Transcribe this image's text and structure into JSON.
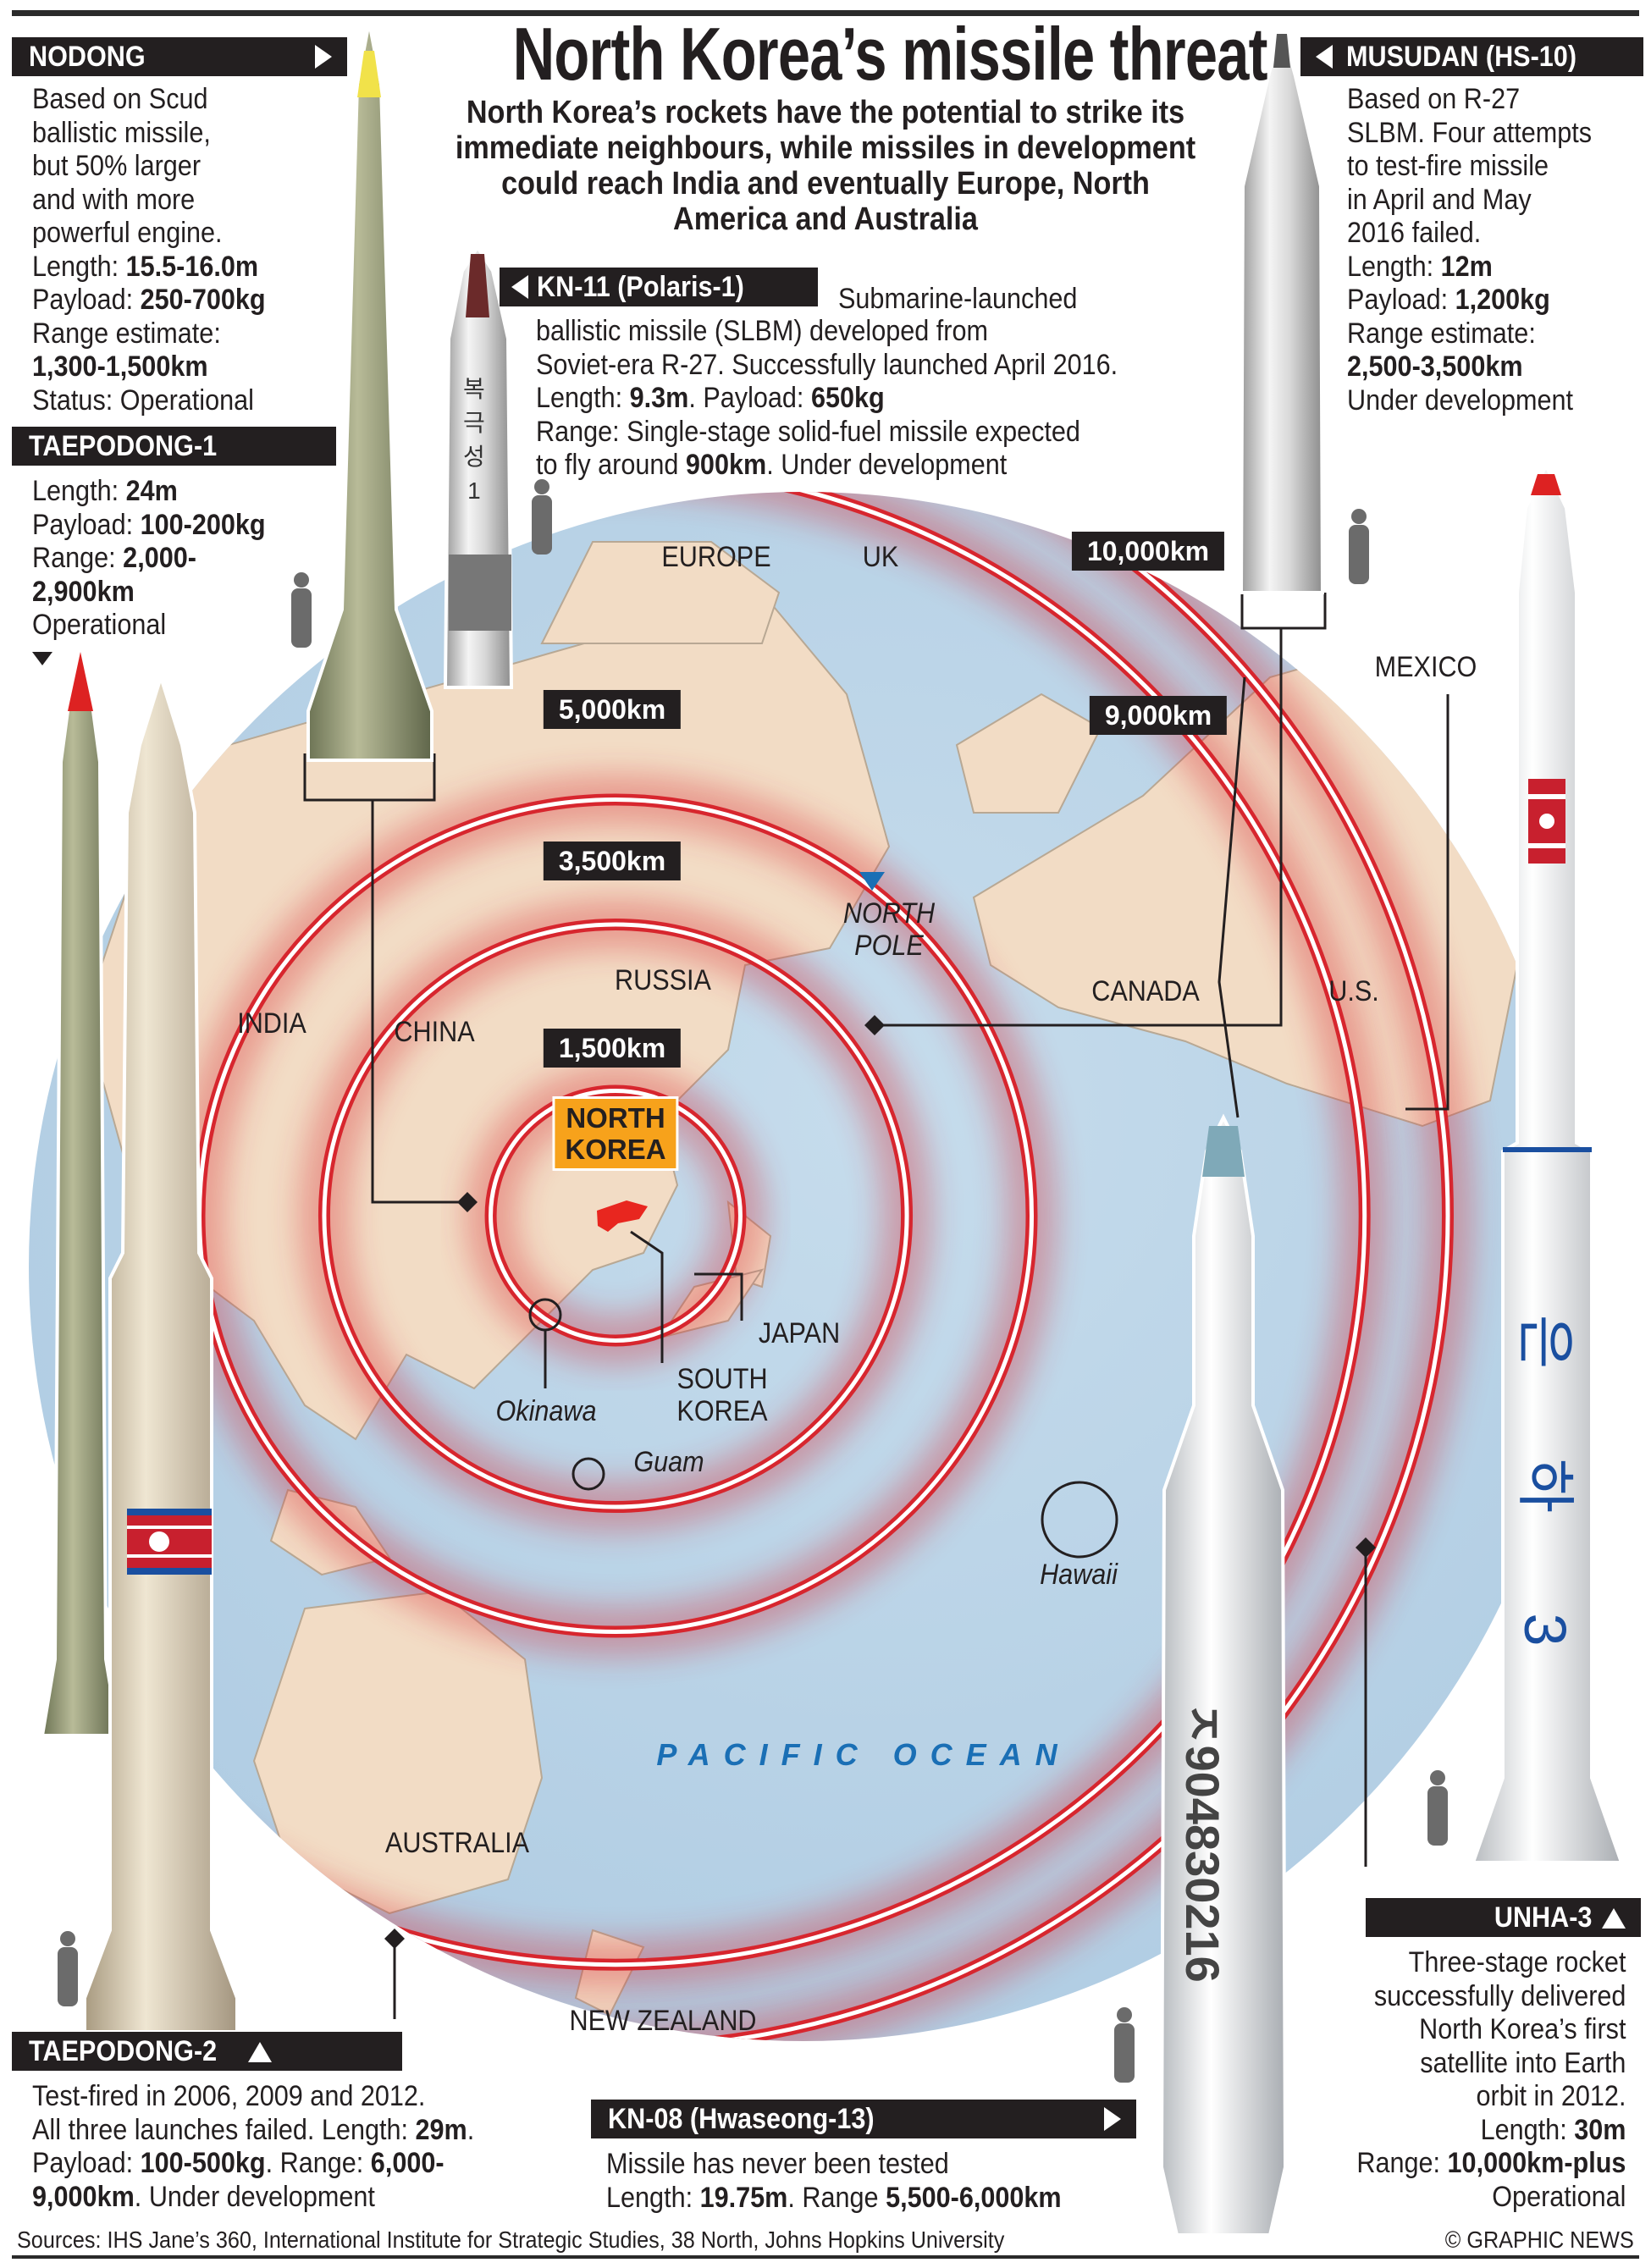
{
  "title": "North Korea’s missile threat",
  "subtitle": "North Korea’s rockets have the potential to strike its immediate neighbours, while missiles in development could reach India and eventually Europe, North America and Australia",
  "missiles": {
    "nodong": {
      "name": "NODONG",
      "lines": [
        "Based on Scud",
        "ballistic missile,",
        "but 50% larger",
        "and with more",
        "powerful engine."
      ],
      "length_label": "Length: ",
      "length": "15.5-16.0m",
      "payload_label": "Payload: ",
      "payload": "250-700kg",
      "range_label": "Range estimate:",
      "range": "1,300-1,500km",
      "status": "Status: Operational"
    },
    "taepodong1": {
      "name": "TAEPODONG-1",
      "length_label": "Length: ",
      "length": "24m",
      "payload_label": "Payload: ",
      "payload": "100-200kg",
      "range_label": "Range: ",
      "range_a": "2,000-",
      "range_b": "2,900km",
      "status": "Operational"
    },
    "kn11": {
      "name": "KN-11 (Polaris-1)",
      "line1": "Submarine-launched",
      "line2": "ballistic missile (SLBM) developed from",
      "line3": "Soviet-era R-27. Successfully launched April 2016.",
      "length_label": "Length: ",
      "length": "9.3m",
      "payload_label": ". Payload: ",
      "payload": "650kg",
      "line5": "Range: Single-stage solid-fuel missile expected",
      "line6a": "to fly around ",
      "range": "900km",
      "line6b": ". Under development",
      "hangul": [
        "복",
        "극",
        "성",
        "1"
      ]
    },
    "musudan": {
      "name": "MUSUDAN (HS-10)",
      "lines": [
        "Based on R-27",
        "SLBM. Four attempts",
        "to test-fire missile",
        "in April and May",
        "2016 failed."
      ],
      "length_label": "Length: ",
      "length": "12m",
      "payload_label": "Payload: ",
      "payload": "1,200kg",
      "range_label": "Range estimate:",
      "range": "2,500-3,500km",
      "status": "Under development"
    },
    "taepodong2": {
      "name": "TAEPODONG-2",
      "line1": "Test-fired in 2006, 2009 and 2012.",
      "line2a": "All three launches failed. Length: ",
      "length": "29m",
      "line2b": ".",
      "payload_label": "Payload: ",
      "payload": "100-500kg",
      "range_label": ". Range: ",
      "range_a": "6,000-",
      "range_b": "9,000km",
      "status": ". Under development"
    },
    "kn08": {
      "name": "KN-08 (Hwaseong-13)",
      "line1": "Missile has never been tested",
      "length_label": "Length: ",
      "length": "19.75m",
      "range_label": ". Range ",
      "range": "5,500-6,000km",
      "serial": "ㅈ904830216"
    },
    "unha3": {
      "name": "UNHA-3",
      "lines": [
        "Three-stage rocket",
        "successfully delivered",
        "North Korea’s first",
        "satellite into Earth",
        "orbit in 2012."
      ],
      "length_label": "Length: ",
      "length": "30m",
      "range_label": "Range: ",
      "range": "10,000km-plus",
      "status": "Operational",
      "hangul": [
        "은",
        "하",
        "3"
      ]
    }
  },
  "ranges": [
    "1,500km",
    "3,500km",
    "5,000km",
    "9,000km",
    "10,000km"
  ],
  "map_labels": {
    "europe": "EUROPE",
    "uk": "UK",
    "north_pole": [
      "NORTH",
      "POLE"
    ],
    "russia": "RUSSIA",
    "india": "INDIA",
    "china": "CHINA",
    "canada": "CANADA",
    "us": "U.S.",
    "mexico": "MEXICO",
    "north_korea": [
      "NORTH",
      "KOREA"
    ],
    "japan": "JAPAN",
    "south_korea": [
      "SOUTH",
      "KOREA"
    ],
    "okinawa": "Okinawa",
    "guam": "Guam",
    "hawaii": "Hawaii",
    "pacific": "PACIFIC OCEAN",
    "australia": "AUSTRALIA",
    "new_zealand": "NEW ZEALAND"
  },
  "sources": "Sources: IHS Jane’s 360, International Institute for Strategic Studies, 38 North, Johns Hopkins University",
  "credit": "© GRAPHIC NEWS",
  "colors": {
    "ocean": "#b8d4e8",
    "land": "#f2dcc5",
    "ring": "#d7262e",
    "bar": "#231f20",
    "nk_badge": "#f7a21b",
    "pacific": "#1a6fb5"
  }
}
